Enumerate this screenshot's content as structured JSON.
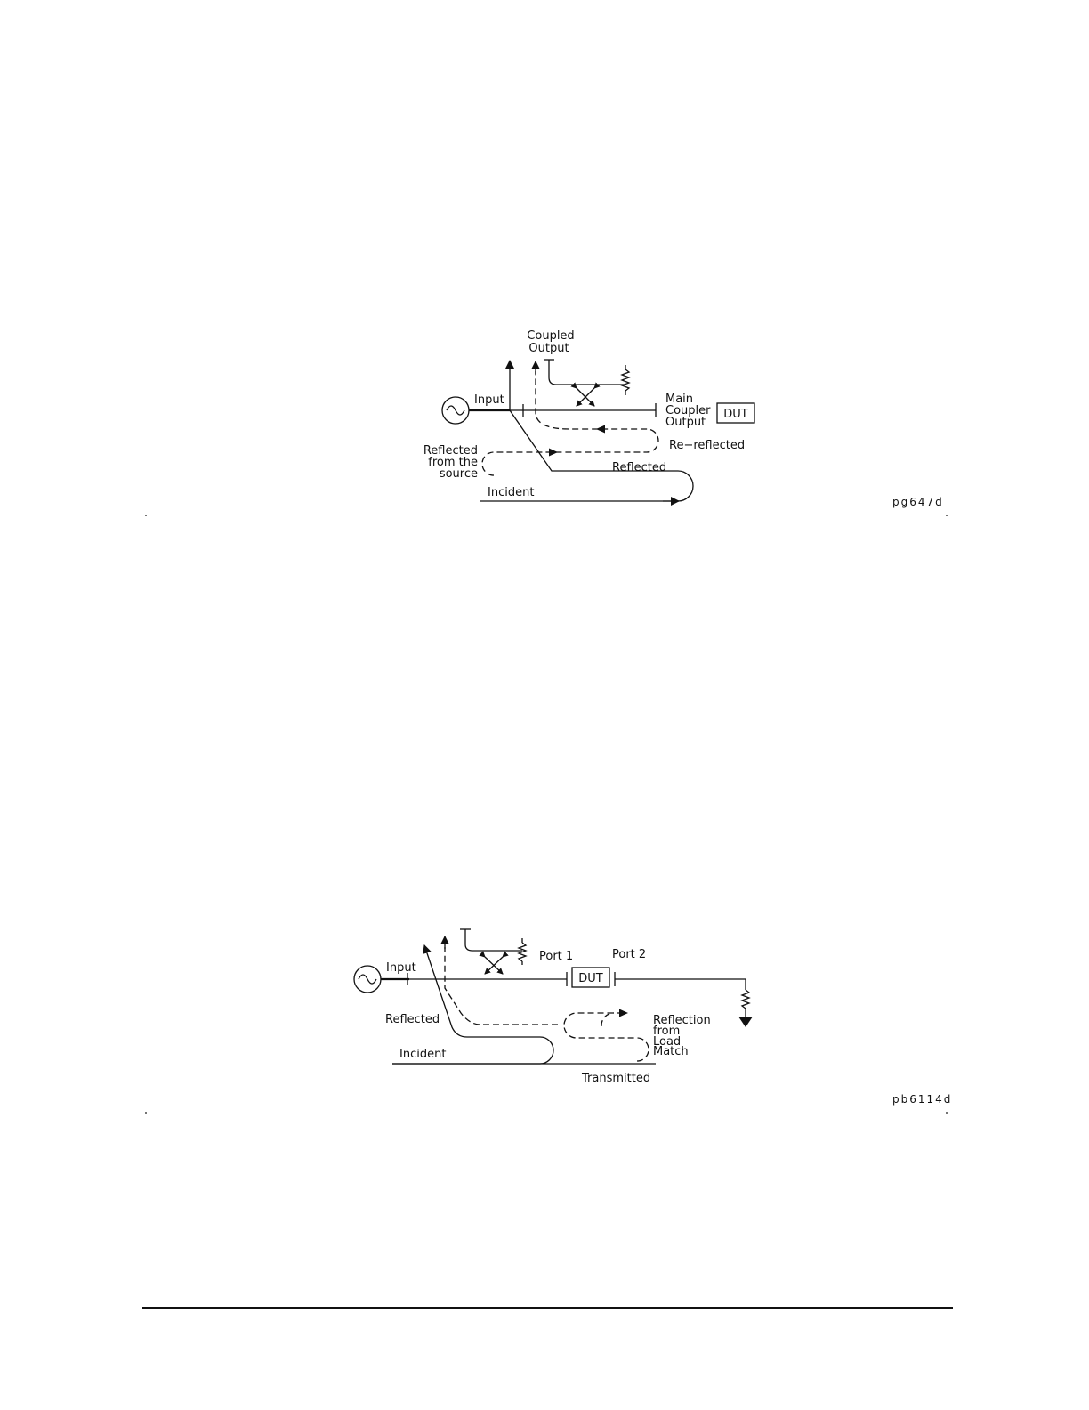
{
  "figures": [
    {
      "id_label": "pg647d",
      "labels": {
        "coupled_output": [
          "Coupled",
          "Output"
        ],
        "input": "Input",
        "main_coupler_output": [
          "Main",
          "Coupler",
          "Output"
        ],
        "dut": "DUT",
        "re_reflected": "Re−reflected",
        "reflected_from_source": [
          "Reflected",
          "from  the",
          "source"
        ],
        "reflected": "Reflected",
        "incident": "Incident"
      }
    },
    {
      "id_label": "pb6114d",
      "labels": {
        "input": "Input",
        "port1": "Port  1",
        "port2": "Port  2",
        "dut": "DUT",
        "reflected": "Reflected",
        "reflection_from_load_match": [
          "Reflection",
          "from",
          "Load",
          "Match"
        ],
        "incident": "Incident",
        "transmitted": "Transmitted"
      }
    }
  ]
}
